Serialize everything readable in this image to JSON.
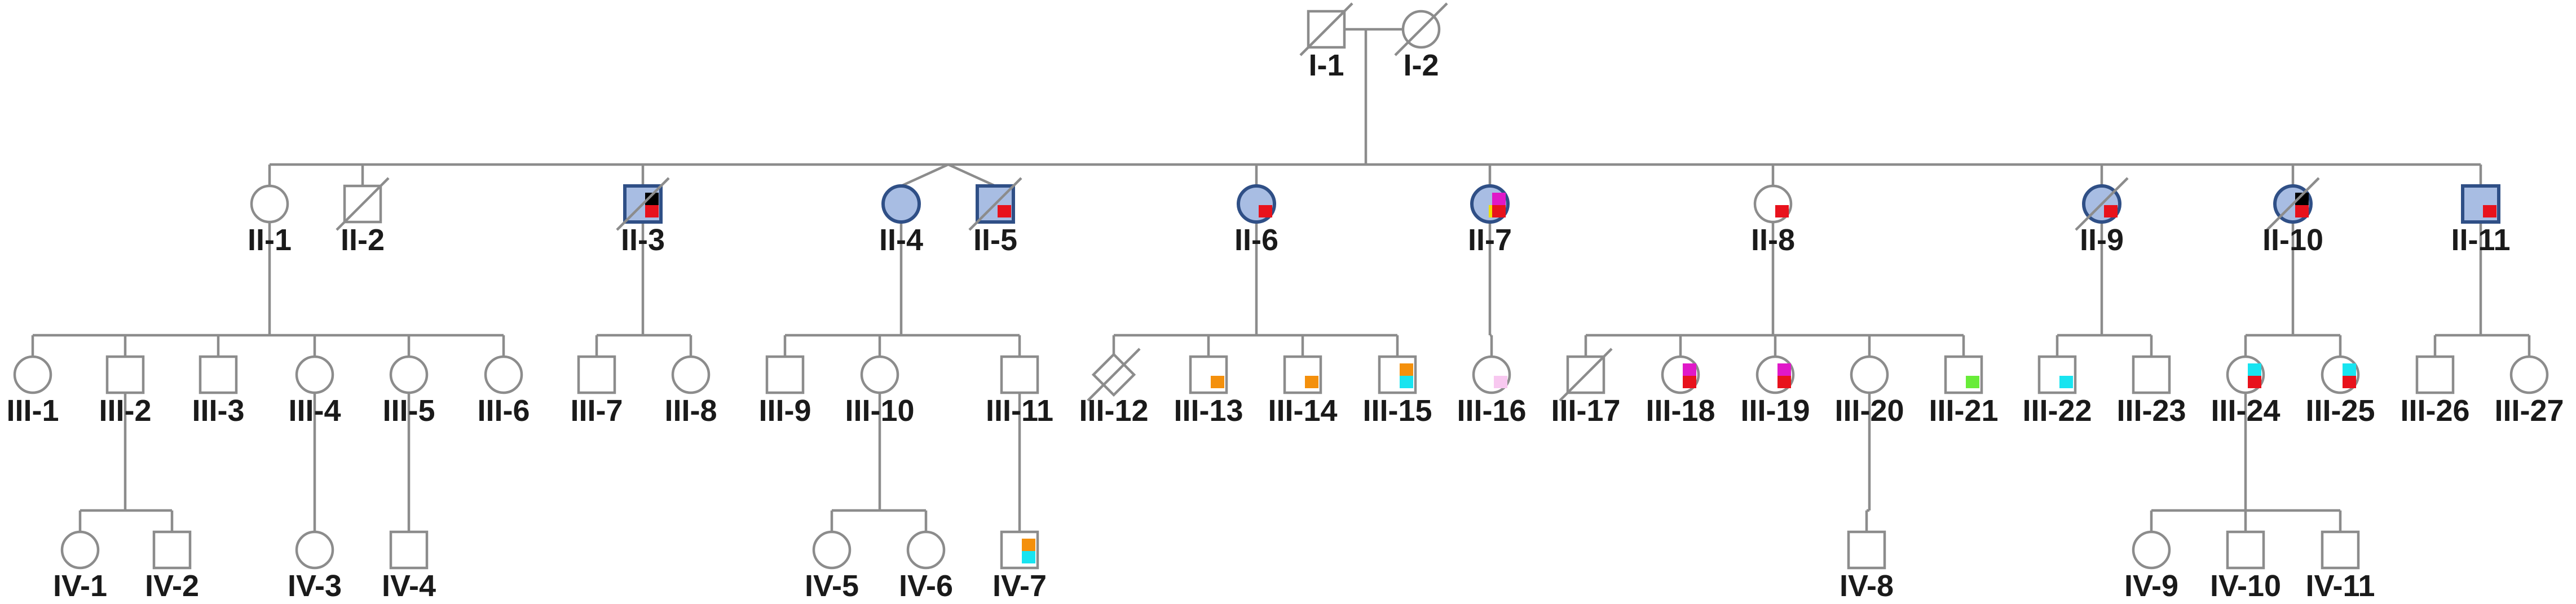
{
  "colors": {
    "line": "#8c8c8c",
    "affected_fill": "#a8bde3",
    "affected_stroke": "#2f4f86",
    "red": "#e8121c",
    "black": "#000000",
    "orange": "#f4900c",
    "cyan": "#18e4f0",
    "magenta": "#e018c8",
    "yellow": "#f0e000",
    "pink": "#f8c8f0",
    "green": "#68ec38"
  },
  "individuals": [
    {
      "id": "I-1",
      "sex": "male",
      "deceased": true,
      "affected": false,
      "marks": []
    },
    {
      "id": "I-2",
      "sex": "female",
      "deceased": true,
      "affected": false,
      "marks": []
    },
    {
      "id": "II-1",
      "sex": "female",
      "deceased": false,
      "affected": false,
      "marks": []
    },
    {
      "id": "II-2",
      "sex": "male",
      "deceased": true,
      "affected": false,
      "marks": []
    },
    {
      "id": "II-3",
      "sex": "male",
      "deceased": true,
      "affected": true,
      "marks": [
        "black",
        "red"
      ]
    },
    {
      "id": "II-4",
      "sex": "female",
      "deceased": false,
      "affected": true,
      "marks": []
    },
    {
      "id": "II-5",
      "sex": "male",
      "deceased": true,
      "affected": true,
      "marks": [
        "red"
      ]
    },
    {
      "id": "II-6",
      "sex": "female",
      "deceased": false,
      "affected": true,
      "marks": [
        "red"
      ]
    },
    {
      "id": "II-7",
      "sex": "female",
      "deceased": false,
      "affected": true,
      "marks": [
        "magenta",
        "yellow",
        "red"
      ]
    },
    {
      "id": "II-8",
      "sex": "female",
      "deceased": false,
      "affected": false,
      "marks": [
        "red"
      ]
    },
    {
      "id": "II-9",
      "sex": "female",
      "deceased": true,
      "affected": true,
      "marks": [
        "red"
      ]
    },
    {
      "id": "II-10",
      "sex": "female",
      "deceased": true,
      "affected": true,
      "marks": [
        "black",
        "red"
      ]
    },
    {
      "id": "II-11",
      "sex": "male",
      "deceased": false,
      "affected": true,
      "marks": [
        "red"
      ]
    },
    {
      "id": "III-1",
      "sex": "female",
      "deceased": false,
      "affected": false,
      "marks": []
    },
    {
      "id": "III-2",
      "sex": "male",
      "deceased": false,
      "affected": false,
      "marks": []
    },
    {
      "id": "III-3",
      "sex": "male",
      "deceased": false,
      "affected": false,
      "marks": []
    },
    {
      "id": "III-4",
      "sex": "female",
      "deceased": false,
      "affected": false,
      "marks": []
    },
    {
      "id": "III-5",
      "sex": "female",
      "deceased": false,
      "affected": false,
      "marks": []
    },
    {
      "id": "III-6",
      "sex": "female",
      "deceased": false,
      "affected": false,
      "marks": []
    },
    {
      "id": "III-7",
      "sex": "male",
      "deceased": false,
      "affected": false,
      "marks": []
    },
    {
      "id": "III-8",
      "sex": "female",
      "deceased": false,
      "affected": false,
      "marks": []
    },
    {
      "id": "III-9",
      "sex": "male",
      "deceased": false,
      "affected": false,
      "marks": []
    },
    {
      "id": "III-10",
      "sex": "female",
      "deceased": false,
      "affected": false,
      "marks": []
    },
    {
      "id": "III-11",
      "sex": "male",
      "deceased": false,
      "affected": false,
      "marks": []
    },
    {
      "id": "III-12",
      "sex": "unknown",
      "deceased": true,
      "affected": false,
      "marks": []
    },
    {
      "id": "III-13",
      "sex": "male",
      "deceased": false,
      "affected": false,
      "marks": [
        "orange"
      ]
    },
    {
      "id": "III-14",
      "sex": "male",
      "deceased": false,
      "affected": false,
      "marks": [
        "orange"
      ]
    },
    {
      "id": "III-15",
      "sex": "male",
      "deceased": false,
      "affected": false,
      "marks": [
        "orange",
        "cyan"
      ]
    },
    {
      "id": "III-16",
      "sex": "female",
      "deceased": false,
      "affected": false,
      "marks": [
        "pink"
      ]
    },
    {
      "id": "III-17",
      "sex": "male",
      "deceased": true,
      "affected": false,
      "marks": []
    },
    {
      "id": "III-18",
      "sex": "female",
      "deceased": false,
      "affected": false,
      "marks": [
        "magenta",
        "red"
      ]
    },
    {
      "id": "III-19",
      "sex": "female",
      "deceased": false,
      "affected": false,
      "marks": [
        "magenta",
        "red"
      ]
    },
    {
      "id": "III-20",
      "sex": "female",
      "deceased": false,
      "affected": false,
      "marks": []
    },
    {
      "id": "III-21",
      "sex": "male",
      "deceased": false,
      "affected": false,
      "marks": [
        "green"
      ]
    },
    {
      "id": "III-22",
      "sex": "male",
      "deceased": false,
      "affected": false,
      "marks": [
        "cyan"
      ]
    },
    {
      "id": "III-23",
      "sex": "male",
      "deceased": false,
      "affected": false,
      "marks": []
    },
    {
      "id": "III-24",
      "sex": "female",
      "deceased": false,
      "affected": false,
      "marks": [
        "cyan",
        "red"
      ]
    },
    {
      "id": "III-25",
      "sex": "female",
      "deceased": false,
      "affected": false,
      "marks": [
        "cyan",
        "red"
      ]
    },
    {
      "id": "III-26",
      "sex": "male",
      "deceased": false,
      "affected": false,
      "marks": []
    },
    {
      "id": "III-27",
      "sex": "female",
      "deceased": false,
      "affected": false,
      "marks": []
    },
    {
      "id": "IV-1",
      "sex": "female",
      "deceased": false,
      "affected": false,
      "marks": []
    },
    {
      "id": "IV-2",
      "sex": "male",
      "deceased": false,
      "affected": false,
      "marks": []
    },
    {
      "id": "IV-3",
      "sex": "female",
      "deceased": false,
      "affected": false,
      "marks": []
    },
    {
      "id": "IV-4",
      "sex": "male",
      "deceased": false,
      "affected": false,
      "marks": []
    },
    {
      "id": "IV-5",
      "sex": "female",
      "deceased": false,
      "affected": false,
      "marks": []
    },
    {
      "id": "IV-6",
      "sex": "female",
      "deceased": false,
      "affected": false,
      "marks": []
    },
    {
      "id": "IV-7",
      "sex": "male",
      "deceased": false,
      "affected": false,
      "marks": [
        "orange",
        "cyan"
      ]
    },
    {
      "id": "IV-8",
      "sex": "male",
      "deceased": false,
      "affected": false,
      "marks": []
    },
    {
      "id": "IV-9",
      "sex": "female",
      "deceased": false,
      "affected": false,
      "marks": []
    },
    {
      "id": "IV-10",
      "sex": "male",
      "deceased": false,
      "affected": false,
      "marks": []
    },
    {
      "id": "IV-11",
      "sex": "male",
      "deceased": false,
      "affected": false,
      "marks": []
    }
  ],
  "families": [
    {
      "parents": [
        "I-1",
        "I-2"
      ],
      "children": [
        "II-1",
        "II-2",
        "II-3",
        "II-4",
        "II-5",
        "II-6",
        "II-7",
        "II-8",
        "II-9",
        "II-10",
        "II-11"
      ],
      "twins": [
        "II-4",
        "II-5"
      ]
    },
    {
      "parents": [
        "II-1"
      ],
      "children": [
        "III-1",
        "III-2",
        "III-3",
        "III-4",
        "III-5",
        "III-6"
      ]
    },
    {
      "parents": [
        "II-3"
      ],
      "children": [
        "III-7",
        "III-8"
      ]
    },
    {
      "parents": [
        "II-4"
      ],
      "children": [
        "III-9",
        "III-10",
        "III-11"
      ]
    },
    {
      "parents": [
        "II-6"
      ],
      "children": [
        "III-12",
        "III-13",
        "III-14",
        "III-15"
      ]
    },
    {
      "parents": [
        "II-7"
      ],
      "children": [
        "III-16"
      ]
    },
    {
      "parents": [
        "II-8"
      ],
      "children": [
        "III-17",
        "III-18",
        "III-19",
        "III-20",
        "III-21"
      ]
    },
    {
      "parents": [
        "II-9"
      ],
      "children": [
        "III-22",
        "III-23"
      ]
    },
    {
      "parents": [
        "II-10"
      ],
      "children": [
        "III-24",
        "III-25"
      ]
    },
    {
      "parents": [
        "II-11"
      ],
      "children": [
        "III-26",
        "III-27"
      ]
    },
    {
      "parents": [
        "III-2"
      ],
      "children": [
        "IV-1",
        "IV-2"
      ]
    },
    {
      "parents": [
        "III-4"
      ],
      "children": [
        "IV-3"
      ]
    },
    {
      "parents": [
        "III-5"
      ],
      "children": [
        "IV-4"
      ]
    },
    {
      "parents": [
        "III-10"
      ],
      "children": [
        "IV-5",
        "IV-6"
      ]
    },
    {
      "parents": [
        "III-11"
      ],
      "children": [
        "IV-7"
      ]
    },
    {
      "parents": [
        "III-20"
      ],
      "children": [
        "IV-8"
      ]
    },
    {
      "parents": [
        "III-24"
      ],
      "children": [
        "IV-9",
        "IV-10",
        "IV-11"
      ]
    }
  ]
}
